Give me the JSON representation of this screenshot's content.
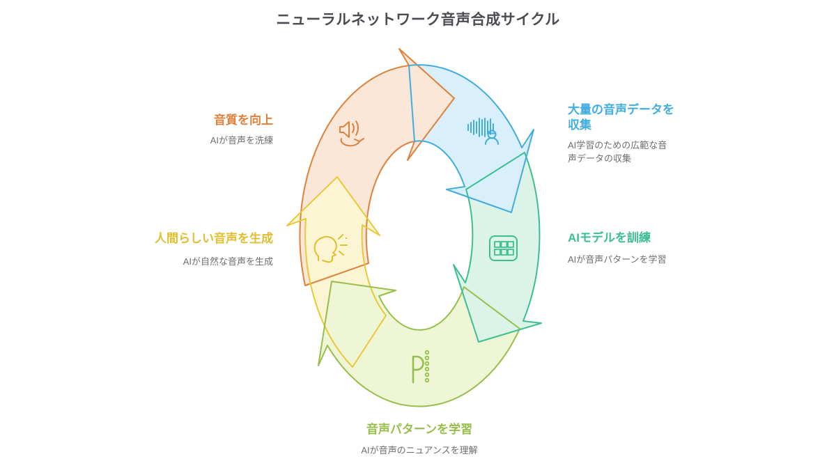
{
  "title": "ニューラルネットワーク音声合成サイクル",
  "steps": [
    {
      "key": "collect",
      "label": "大量の音声データを収集",
      "desc": "AI学習のための広範な音声データの収集",
      "accent": "#41ADDF",
      "fill": "#D9EFFB",
      "icon": "waveform-user-icon"
    },
    {
      "key": "train",
      "label": "AIモデルを訓練",
      "desc": "AIが音声パターンを学習",
      "accent": "#3BBF92",
      "fill": "#DCF4E7",
      "icon": "grid-table-icon"
    },
    {
      "key": "learn-patterns",
      "label": "音声パターンを学習",
      "desc": "AIが音声のニュアンスを理解",
      "accent": "#97BE4A",
      "fill": "#EEF6D5",
      "icon": "letter-p-dots-icon"
    },
    {
      "key": "generate",
      "label": "人間らしい音声を生成",
      "desc": "AIが自然な音声を生成",
      "accent": "#E0BE2F",
      "fill": "#FCF5D3",
      "icon": "speaking-head-icon"
    },
    {
      "key": "refine",
      "label": "音質を向上",
      "desc": "AIが音声を洗練",
      "accent": "#DE813B",
      "fill": "#FAE7D8",
      "icon": "speaker-refresh-icon"
    }
  ]
}
